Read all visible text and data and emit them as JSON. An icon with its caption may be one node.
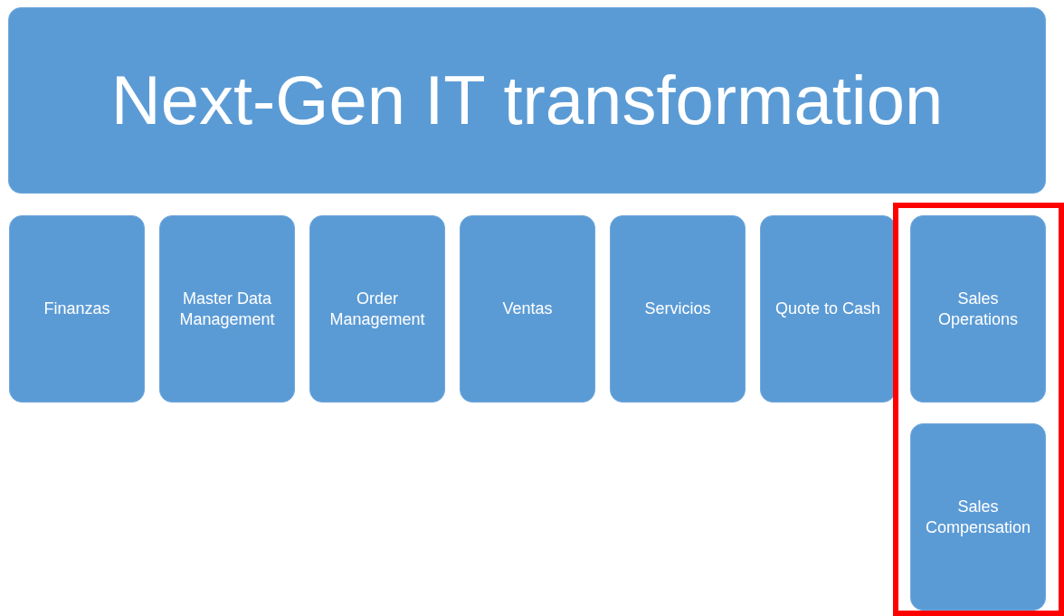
{
  "diagram": {
    "nodes": [
      {
        "text": [
          "Next-Gen IT transformation"
        ]
      },
      {
        "text": [
          "Finanzas"
        ]
      },
      {
        "text": [
          "Master Data Management"
        ]
      },
      {
        "text": [
          "Order Management"
        ]
      },
      {
        "text": [
          "Ventas"
        ]
      },
      {
        "text": [
          "Servicios"
        ]
      },
      {
        "text": [
          "Quote to Cash"
        ]
      },
      {
        "text": [],
        "shape": "box"
      },
      {
        "text": [
          "Sales Operations"
        ],
        "in": 7
      },
      {
        "text": [
          "Sales Compensation"
        ],
        "in": 7
      }
    ]
  }
}
